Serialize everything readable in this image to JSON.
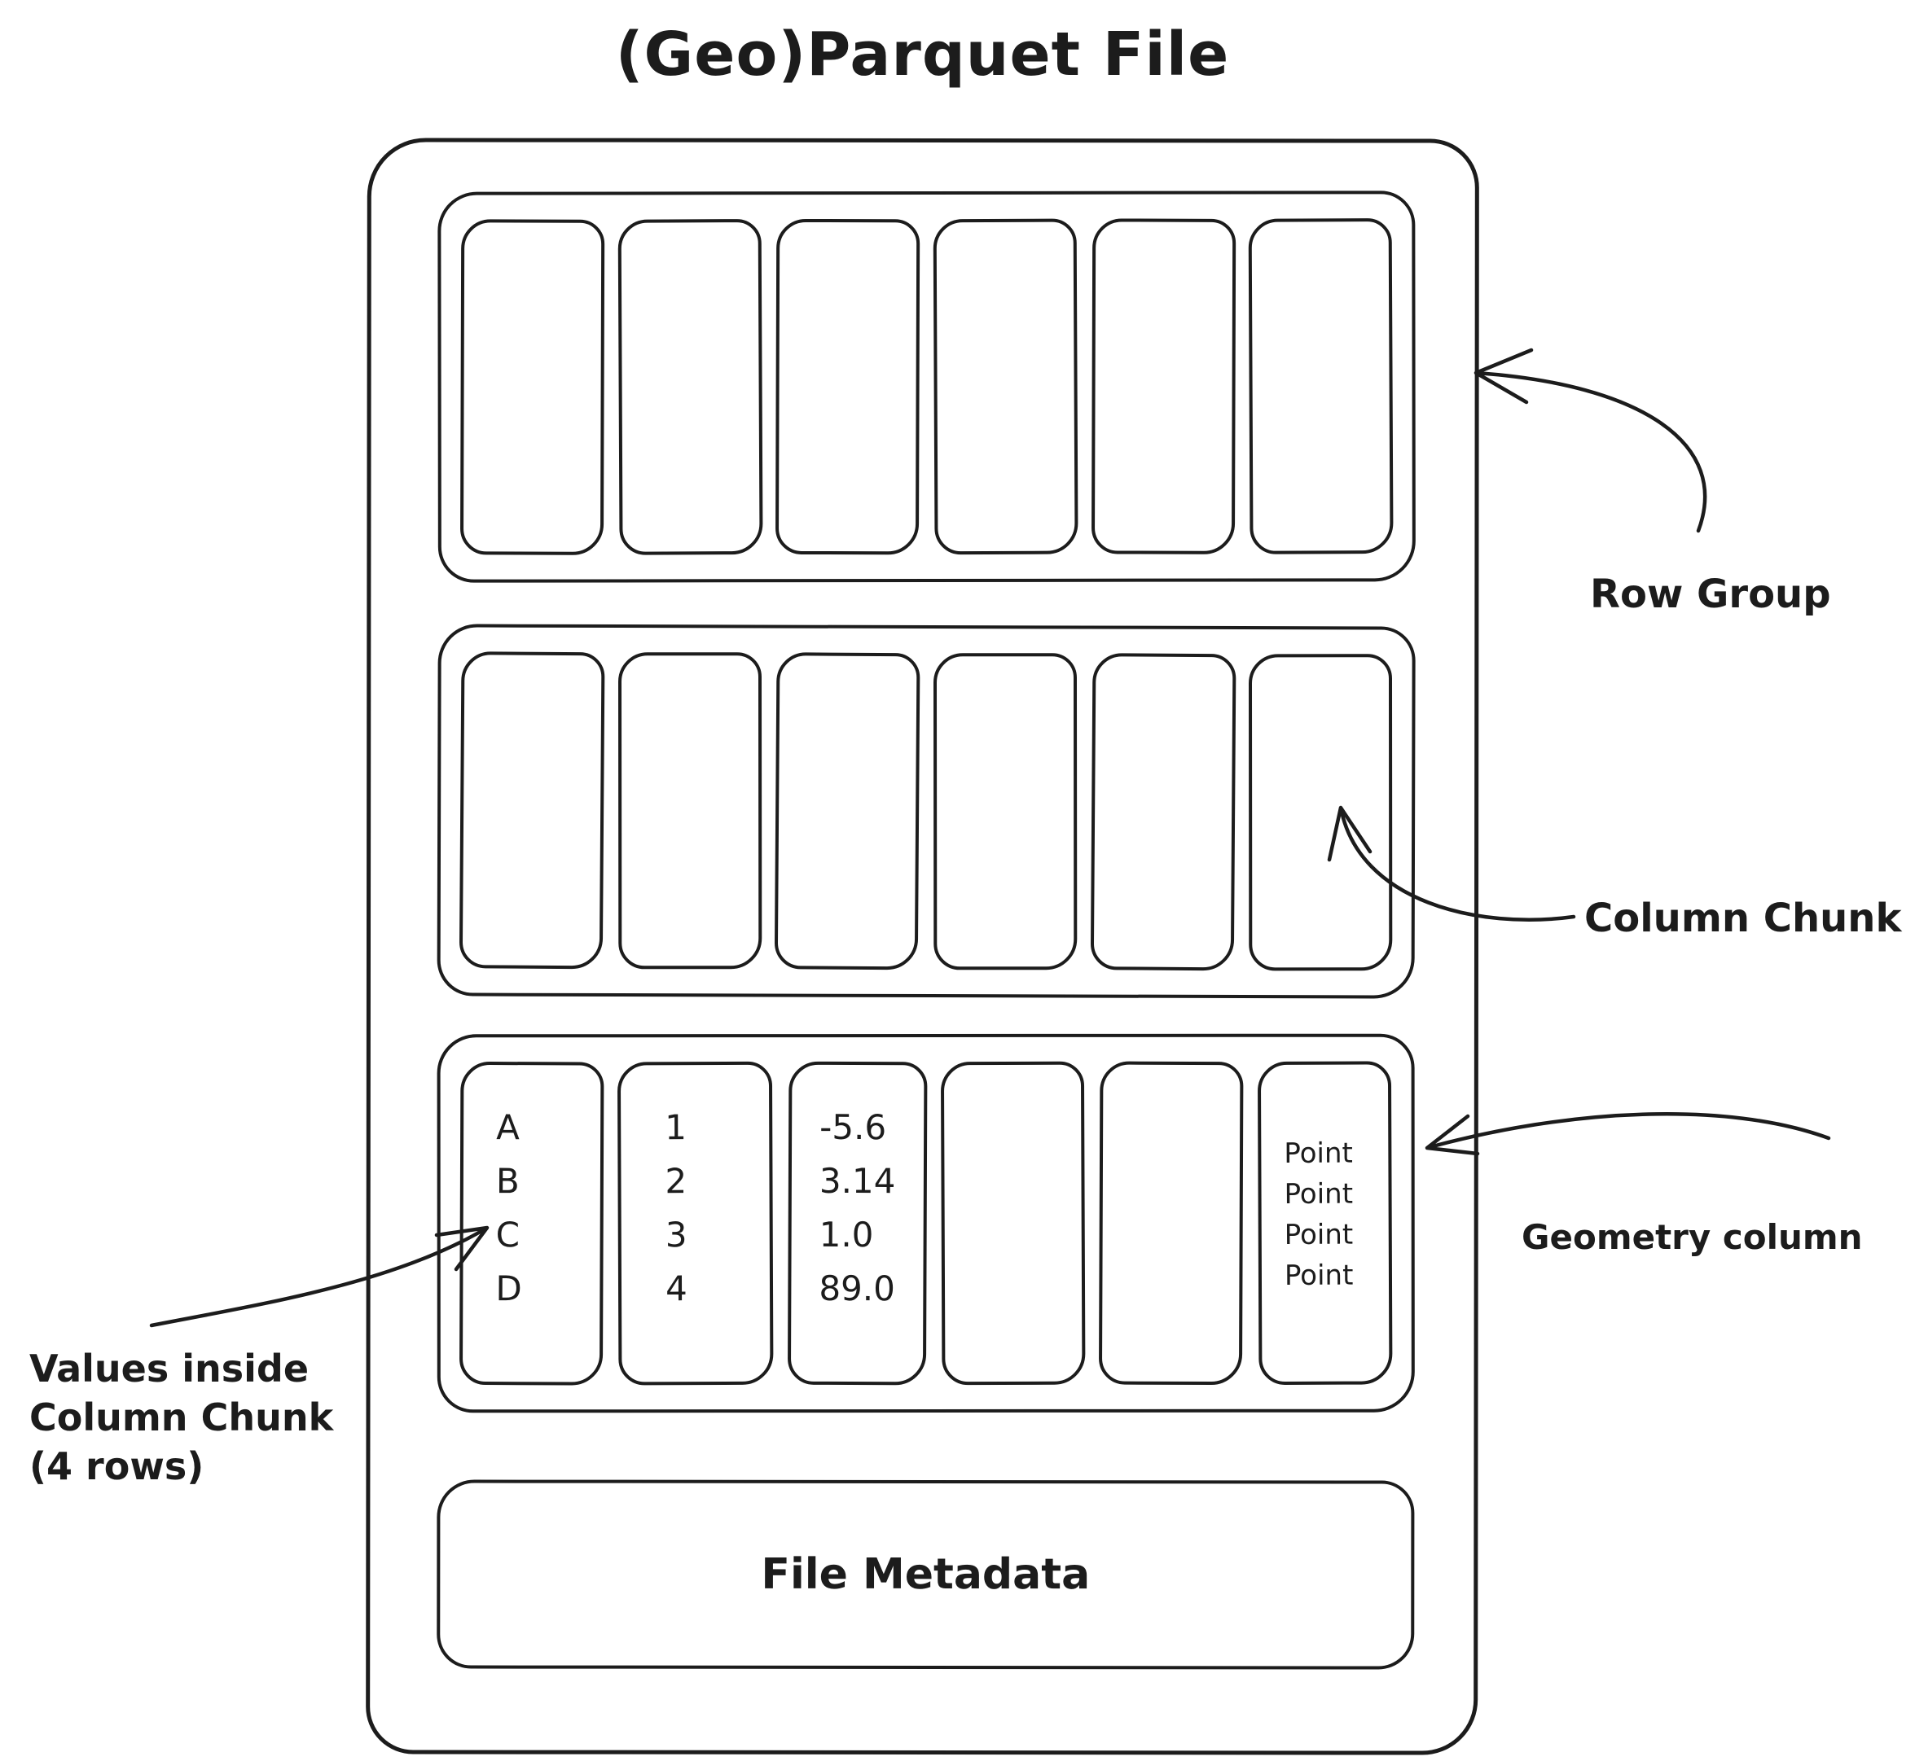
{
  "title": "(Geo)Parquet File",
  "file": {
    "metadata_label": "File Metadata"
  },
  "values_chunks": [
    [
      "A",
      "B",
      "C",
      "D"
    ],
    [
      "1",
      "2",
      "3",
      "4"
    ],
    [
      "-5.6",
      "3.14",
      "1.0",
      "89.0"
    ],
    [],
    [],
    [
      "Point",
      "Point",
      "Point",
      "Point"
    ]
  ],
  "annotations": {
    "row_group": "Row Group",
    "column_chunk": "Column Chunk",
    "geometry_column": "Geometry column",
    "values_note": [
      "Values inside",
      "Column Chunk",
      "(4 rows)"
    ]
  },
  "colors": {
    "ink": "#1c1c1c",
    "background": "#ffffff"
  }
}
